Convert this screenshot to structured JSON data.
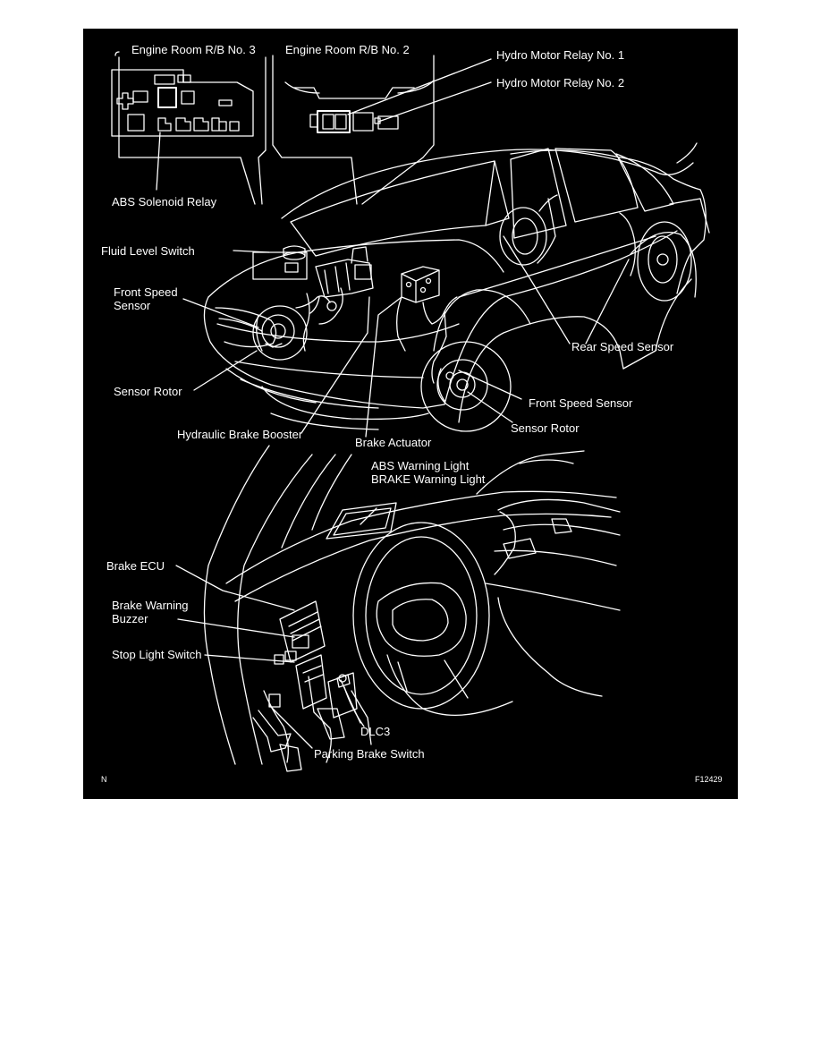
{
  "colors": {
    "background": "#000000",
    "linework": "#ffffff",
    "page": "#ffffff"
  },
  "labels": {
    "engine_room_rb3": "Engine Room R/B No. 3",
    "engine_room_rb2": "Engine Room R/B No. 2",
    "hydro_relay_1": "Hydro Motor Relay No. 1",
    "hydro_relay_2": "Hydro Motor Relay No. 2",
    "abs_solenoid_relay": "ABS Solenoid Relay",
    "fluid_level_switch": "Fluid Level Switch",
    "front_speed_sensor_left_1": "Front Speed",
    "front_speed_sensor_left_2": "Sensor",
    "rear_speed_sensor": "Rear Speed Sensor",
    "sensor_rotor_left": "Sensor Rotor",
    "front_speed_sensor_right": "Front Speed Sensor",
    "sensor_rotor_right": "Sensor Rotor",
    "hydraulic_brake_booster": "Hydraulic Brake Booster",
    "brake_actuator": "Brake Actuator",
    "abs_warning_light": "ABS Warning Light",
    "brake_warning_light": "BRAKE Warning Light",
    "brake_ecu": "Brake ECU",
    "brake_warning_buzzer_1": "Brake Warning",
    "brake_warning_buzzer_2": "Buzzer",
    "stop_light_switch": "Stop Light Switch",
    "dlc3": "DLC3",
    "parking_brake_switch": "Parking Brake Switch",
    "corner_left": "N",
    "figure_code": "F12429"
  }
}
